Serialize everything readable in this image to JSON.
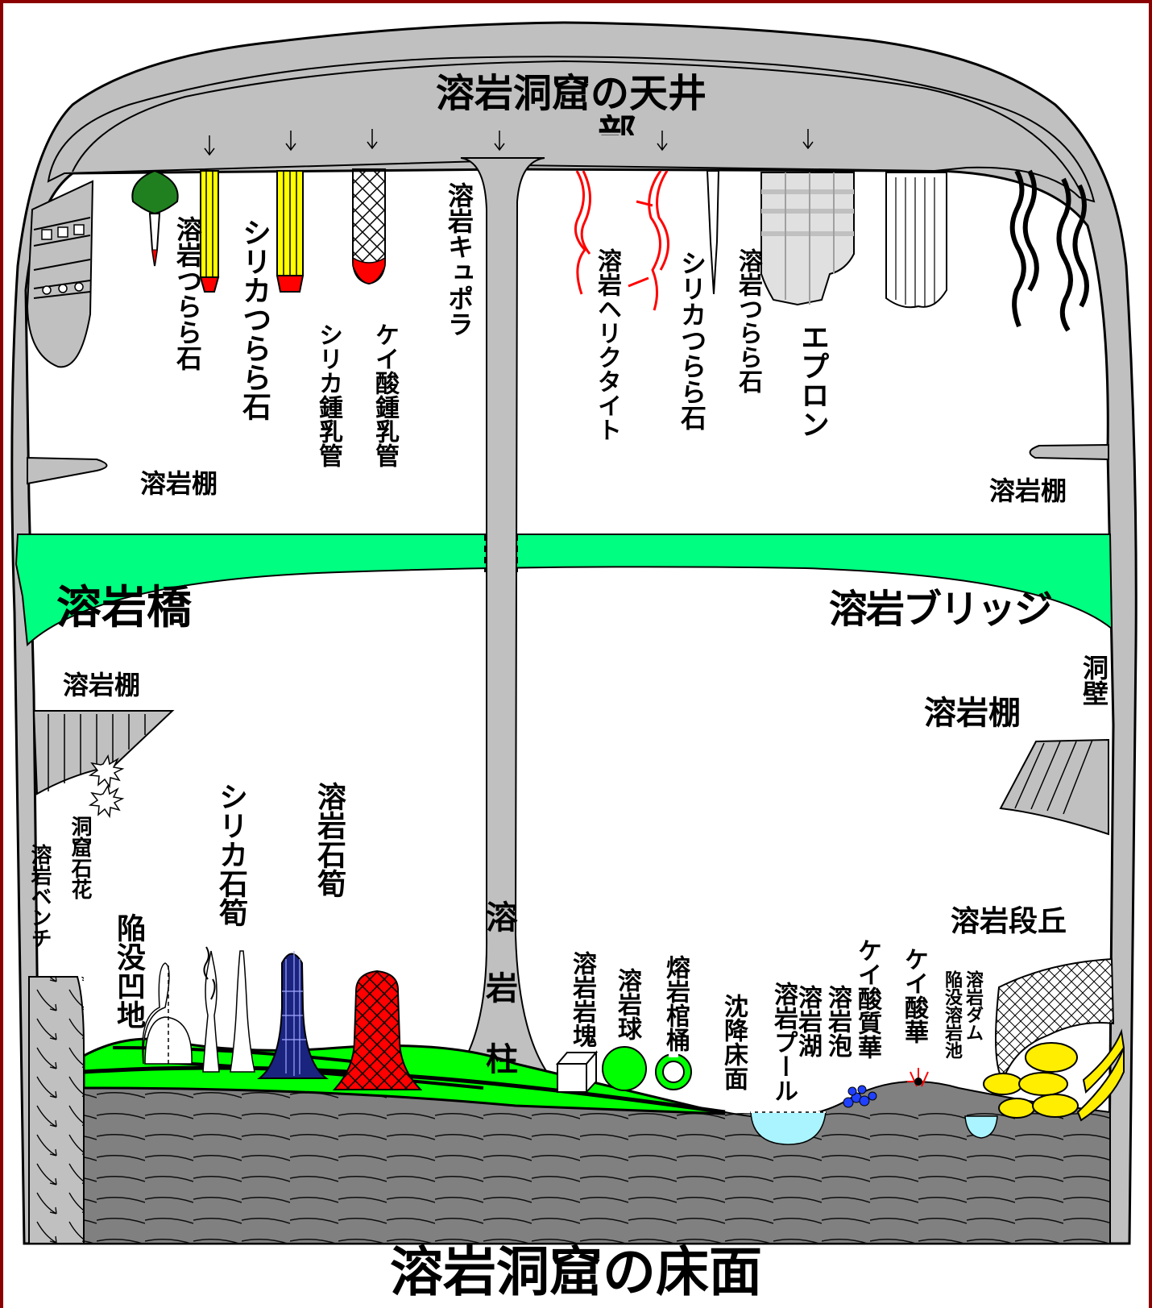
{
  "title": "溶岩洞窟の天井",
  "title_tail": "部",
  "floor_caption": "溶岩洞窟の床面",
  "labels": {
    "cupola": "溶岩キュポラ",
    "lava_stalactite_left": "溶岩つらら石",
    "silica_stalactite_left": "シリカつらら石",
    "silica_tube": "シリカ鍾乳管",
    "silicic_tube": "ケイ酸鍾乳管",
    "helictite": "溶岩ヘリクタイト",
    "silica_stalactite_right": "シリカつらら石",
    "lava_stalactite_right": "溶岩つらら石",
    "apron": "エプロン",
    "shelf_upper_left": "溶岩棚",
    "shelf_upper_right": "溶岩棚",
    "bridge_left": "溶岩橋",
    "bridge_right": "溶岩ブリッジ",
    "shelf_lower_left": "溶岩棚",
    "shelf_lower_right": "溶岩棚",
    "cave_wall": "洞壁",
    "cave_flower": "洞窟石花",
    "lava_bench": "溶岩ベンチ",
    "depression": "陥没凹地",
    "silica_stalagmite": "シリカ石筍",
    "lava_stalagmite": "溶岩石筍",
    "lava_column": "溶岩柱",
    "lava_block": "溶岩岩塊",
    "lava_ball": "溶岩球",
    "lava_barrel": "熔岩棺桶",
    "subsided_floor": "沈降床面",
    "lava_pool": "溶岩プール",
    "lava_lake": "溶岩湖",
    "lava_blister": "溶岩泡",
    "silicic_sinter": "ケイ酸質華",
    "silicic_flower": "ケイ酸華",
    "lava_dam": "溶岩ダム",
    "collapse_pond": "陥没溶岩池",
    "lava_terrace": "溶岩段丘"
  },
  "colors": {
    "frame": "#8b0000",
    "rock": "#c0c0c0",
    "floor_rock": "#808080",
    "bridge": "#00ff80",
    "floor_green": "#00ff00",
    "lava_red": "#ff0000",
    "helictite_red": "#ff0000",
    "silica_yellow": "#ffff00",
    "stalagmite_navy": "#1a237e",
    "pool_cyan": "#aaf4ff",
    "blister_blue": "#2040ff",
    "terrace_yellow": "#ffee00",
    "leaf_green": "#208020"
  }
}
